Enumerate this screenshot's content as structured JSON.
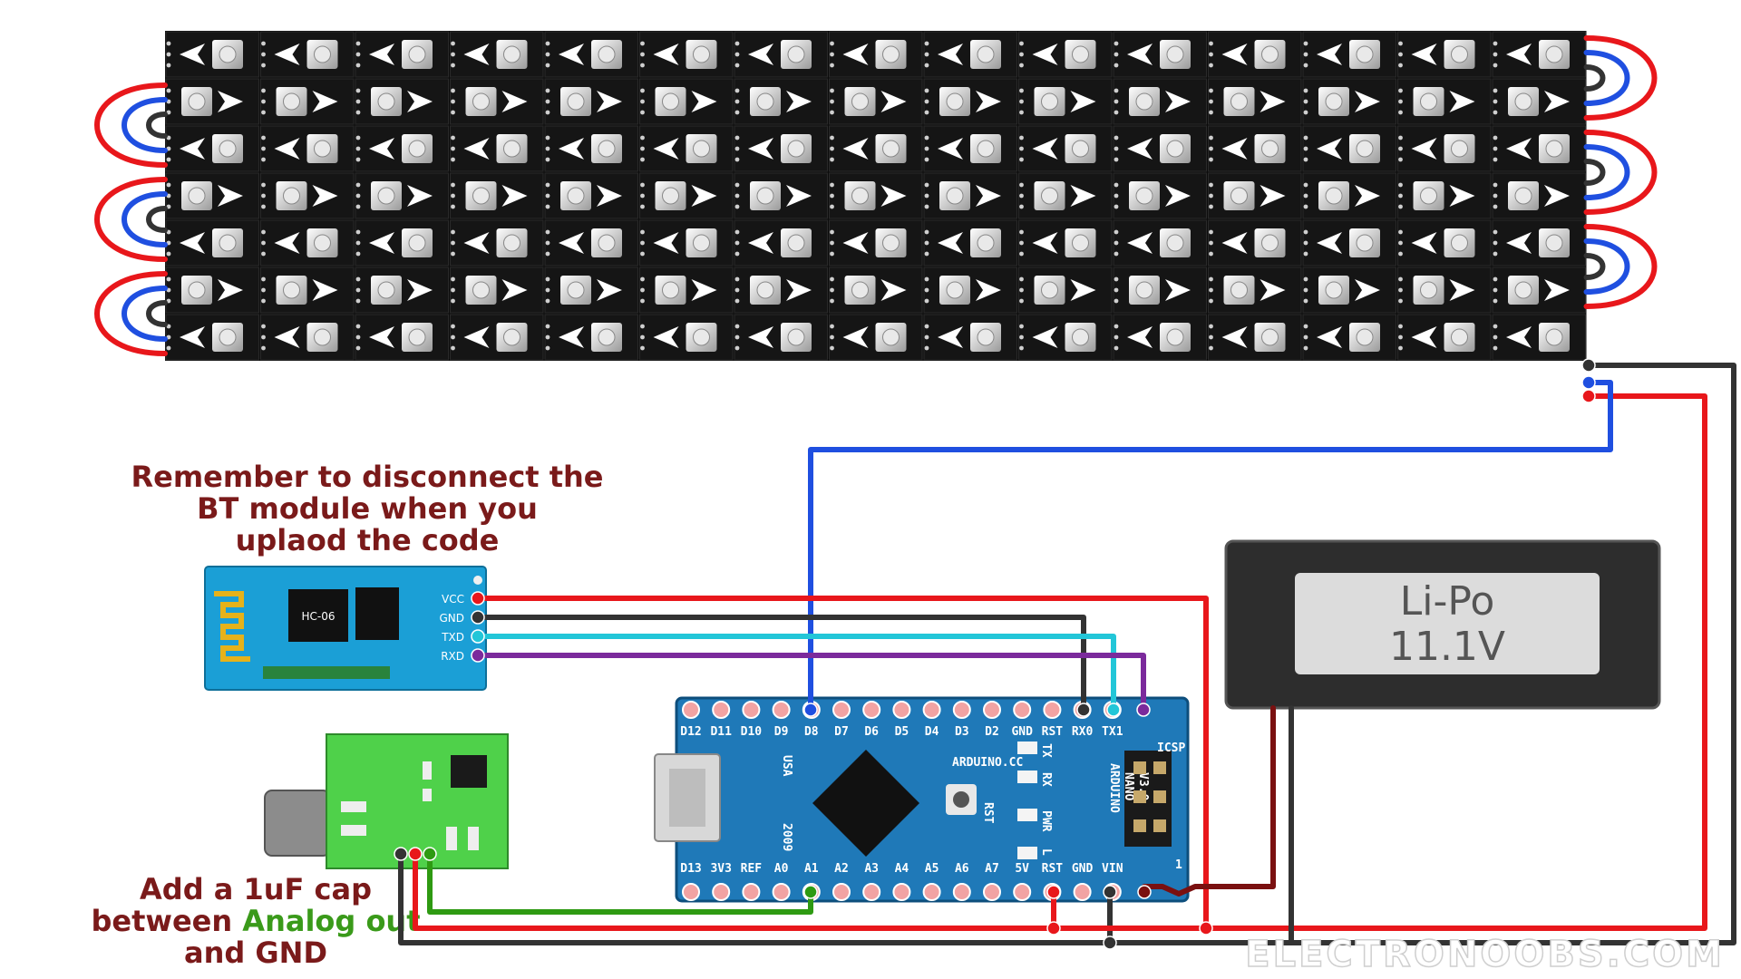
{
  "led_matrix": {
    "rows": 7,
    "cols": 15
  },
  "notes": {
    "bt_line1": "Remember to disconnect the",
    "bt_line2": "BT module when you",
    "bt_line3": "uplaod the code",
    "cap_line1": "Add a 1uF cap",
    "cap_line2_a": "between ",
    "cap_line2_b": "Analog out",
    "cap_line3": "and GND"
  },
  "bt_module": {
    "name": "HC-06",
    "pins": [
      "VCC",
      "GND",
      "TXD",
      "RXD"
    ]
  },
  "battery": {
    "type": "Li-Po",
    "voltage": "11.1V"
  },
  "arduino": {
    "brand": "ARDUINO.CC",
    "model_line1": "ARDUINO",
    "model_line2": "NANO",
    "model_line3": "V3.0",
    "usa": "USA",
    "year": "2009",
    "icsp": "ICSP",
    "top_pins": [
      "D12",
      "D11",
      "D10",
      "D9",
      "D8",
      "D7",
      "D6",
      "D5",
      "D4",
      "D3",
      "D2",
      "GND",
      "RST",
      "RX0",
      "TX1"
    ],
    "bottom_pins": [
      "D13",
      "3V3",
      "REF",
      "A0",
      "A1",
      "A2",
      "A3",
      "A4",
      "A5",
      "A6",
      "A7",
      "5V",
      "RST",
      "GND",
      "VIN"
    ],
    "leds": [
      "TX",
      "RX",
      "PWR",
      "L"
    ],
    "reset": "RST",
    "one": "1"
  },
  "watermark": "ELECTRONOOBS.COM",
  "colors": {
    "vcc": "#e8171b",
    "gnd": "#333333",
    "data": "#1f4fe0",
    "txd": "#22c6d8",
    "rxd": "#7b2a9c",
    "analog": "#2e9a12",
    "lipo_wire": "#7a1010",
    "nano_board": "#1f79b8",
    "bt_board": "#1b9fd6",
    "mic_board": "#4fd14a"
  }
}
